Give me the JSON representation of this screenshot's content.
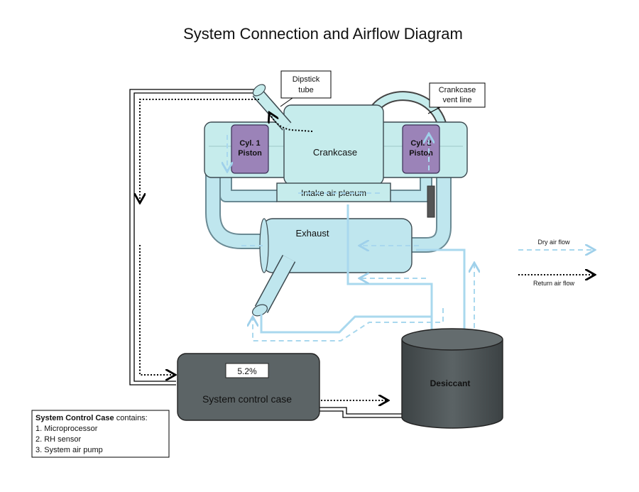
{
  "title": "System Connection and Airflow Diagram",
  "callouts": {
    "dipstick_line1": "Dipstick",
    "dipstick_line2": "tube",
    "vent_line1": "Crankcase",
    "vent_line2": "vent line"
  },
  "engine": {
    "cyl1_line1": "Cyl. 1",
    "cyl1_line2": "Piston",
    "cyl2_line1": "Cyl. 2",
    "cyl2_line2": "Piston",
    "crankcase": "Crankcase",
    "intake": "Intake air plenum",
    "exhaust": "Exhaust"
  },
  "control_case": {
    "display_value": "5.2%",
    "label": "System control case"
  },
  "desiccant": "Desiccant",
  "legend": {
    "dry": "Dry air flow",
    "return": "Return air flow"
  },
  "contents_box": {
    "heading_bold": "System Control Case",
    "heading_rest": " contains:",
    "items": [
      "1. Microprocessor",
      "2. RH sensor",
      "3. System air pump"
    ]
  },
  "colors": {
    "engine_fill": "#c6ecec",
    "piston_fill": "#9b83b8",
    "pipe_fill": "#bfe6ee",
    "case_fill": "#5c6466",
    "dry_flow": "#a9d8ee",
    "return_flow": "#000000"
  }
}
